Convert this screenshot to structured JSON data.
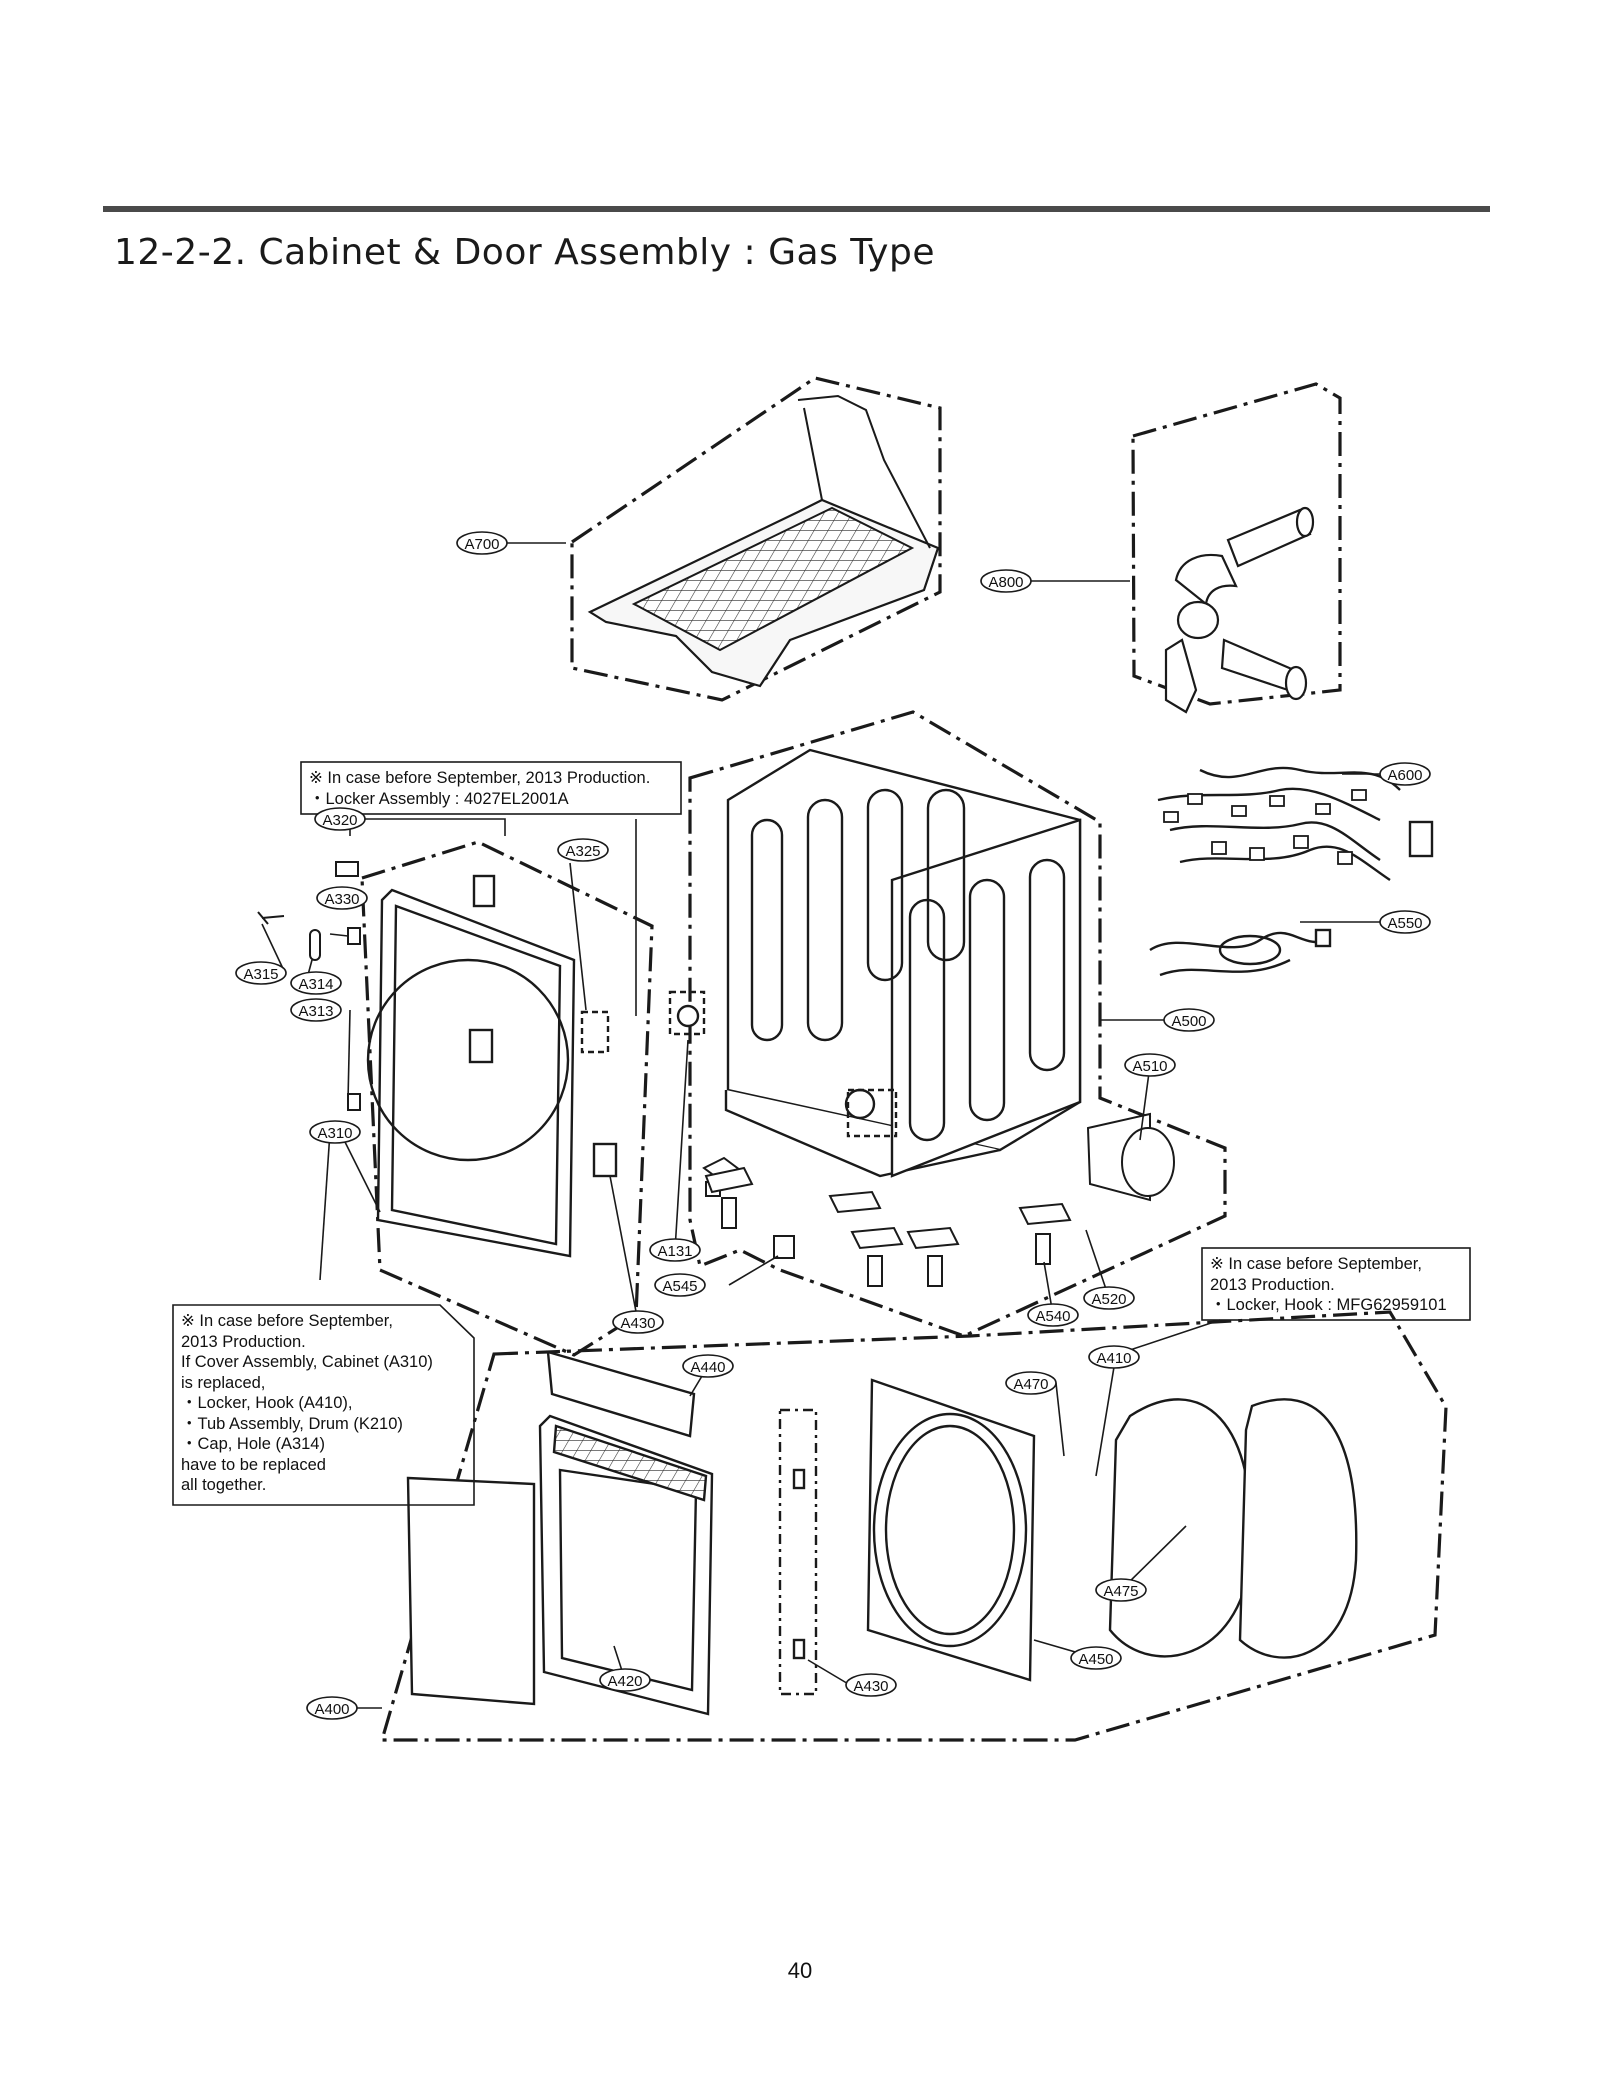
{
  "page": {
    "title": "12-2-2. Cabinet & Door Assembly : Gas Type",
    "page_number": "40"
  },
  "notes": {
    "locker": "※ In case before September, 2013 Production.\n・Locker Assembly : 4027EL2001A",
    "cover": "※ In case before September,\n2013 Production.\nIf Cover Assembly, Cabinet (A310)\nis replaced,\n・Locker, Hook (A410),\n・Tub Assembly, Drum (K210)\n・Cap, Hole (A314)\nhave to be replaced\nall together.",
    "hook": "※ In case before September,\n2013 Production.\n・Locker, Hook : MFG62959101"
  },
  "labels": {
    "A700": "A700",
    "A800": "A800",
    "A600": "A600",
    "A550": "A550",
    "A500": "A500",
    "A510": "A510",
    "A320": "A320",
    "A325": "A325",
    "A330": "A330",
    "A315": "A315",
    "A314": "A314",
    "A313": "A313",
    "A310": "A310",
    "A131": "A131",
    "A545": "A545",
    "A430a": "A430",
    "A520": "A520",
    "A540": "A540",
    "A440": "A440",
    "A470": "A470",
    "A410": "A410",
    "A475": "A475",
    "A450": "A450",
    "A430b": "A430",
    "A420": "A420",
    "A400": "A400"
  },
  "colors": {
    "line": "#1a1a1a",
    "rule": "#4a4a4a",
    "background": "#ffffff"
  }
}
